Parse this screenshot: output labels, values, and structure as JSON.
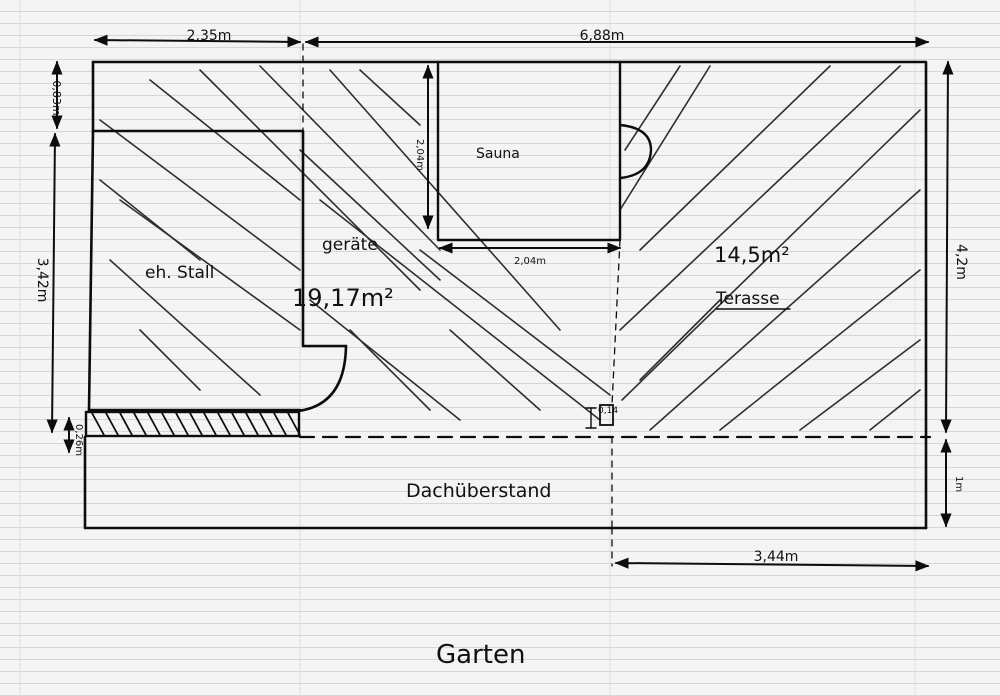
{
  "plan": {
    "dimensions": {
      "top_left_width": "2,35m",
      "top_total_width": "6,88m",
      "top_left_depth": "0,83m",
      "left_height": "3,42m",
      "bottom_left_small": "0,26m",
      "right_height": "4,2m",
      "overhang_depth": "1m",
      "sauna_height": "2,04m",
      "sauna_width": "2,04m",
      "post_size": "0,14",
      "bottom_right_width": "3,44m"
    },
    "rooms": {
      "stall": "eh. Stall",
      "geraete": "geräte",
      "geraete_area": "19,17m²",
      "sauna": "Sauna",
      "terrace_area": "14,5m²",
      "terrace": "Terasse",
      "overhang": "Dachüberstand"
    },
    "outside": "Garten"
  }
}
